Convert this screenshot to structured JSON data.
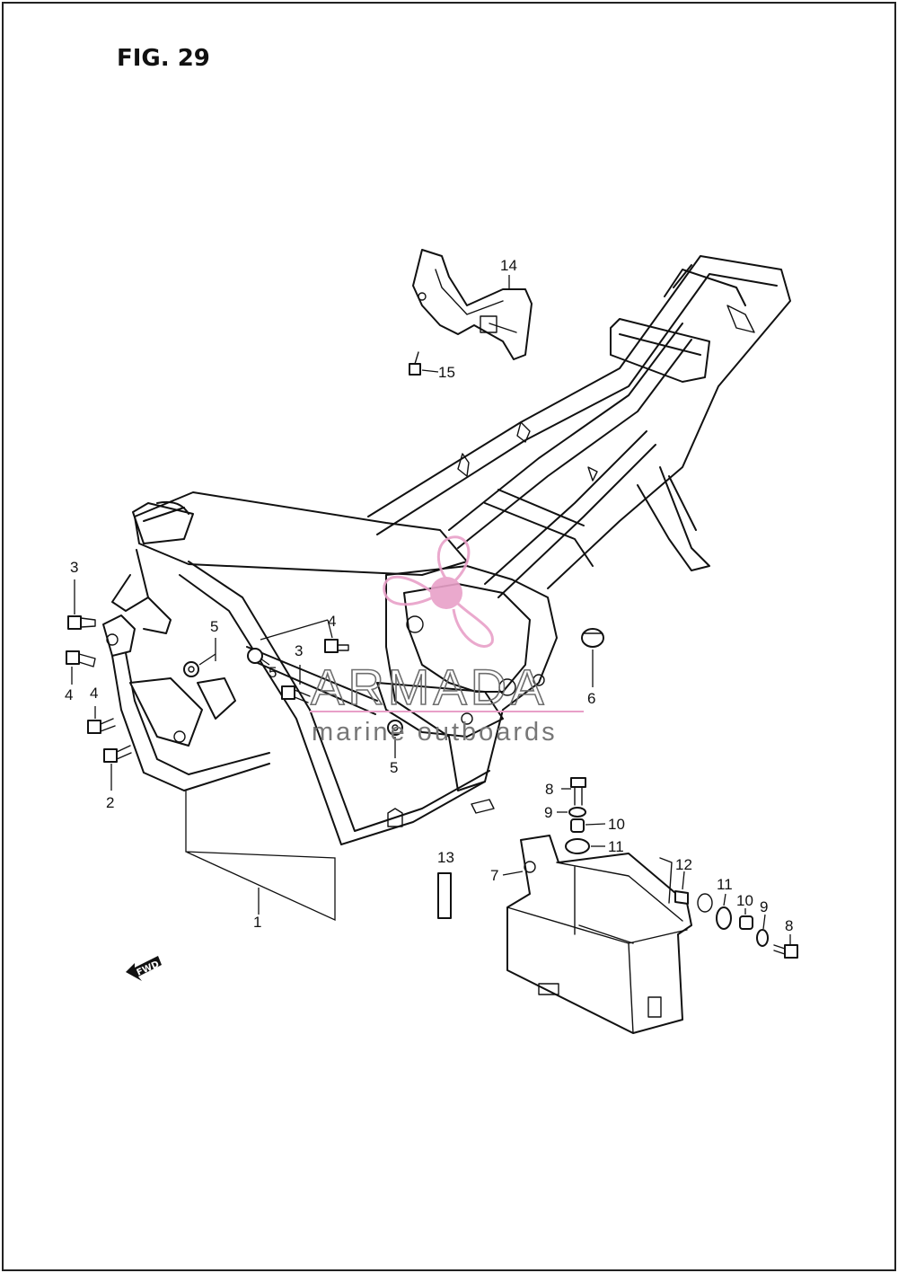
{
  "figure": {
    "title": "FIG. 29"
  },
  "watermark": {
    "brand": "ARMADA",
    "tagline": "marine outboards",
    "logo_color": "#e8a0c8",
    "text_color": "#6e6e6e"
  },
  "direction_marker": {
    "label": "FWD",
    "icon": "forward-arrow-icon"
  },
  "callouts": {
    "c1": "1",
    "c2": "2",
    "c3a": "3",
    "c3b": "3",
    "c4a": "4",
    "c4b": "4",
    "c4c": "4",
    "c5a": "5",
    "c5b": "5",
    "c5c": "5",
    "c6": "6",
    "c7": "7",
    "c8a": "8",
    "c8b": "8",
    "c9a": "9",
    "c9b": "9",
    "c10a": "10",
    "c10b": "10",
    "c11a": "11",
    "c11b": "11",
    "c12": "12",
    "c13": "13",
    "c14": "14",
    "c15": "15"
  }
}
